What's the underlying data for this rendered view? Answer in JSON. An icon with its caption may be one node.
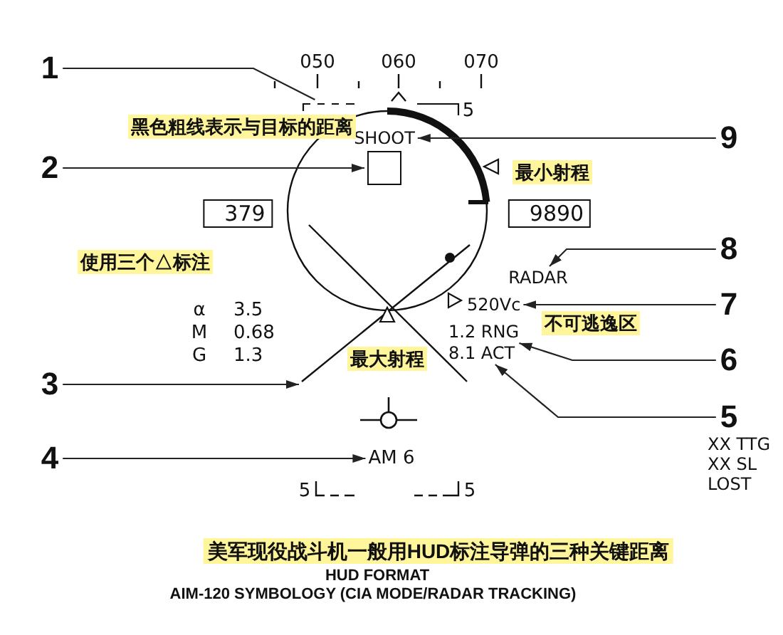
{
  "diagram": {
    "nodes": [
      {
        "text": [
          "1"
        ]
      },
      {
        "text": [
          "2"
        ]
      },
      {
        "text": [],
        "shape": "box"
      },
      {
        "text": [
          "379"
        ]
      },
      {
        "text": [
          "9890"
        ]
      },
      {
        "text": [
          "3"
        ]
      },
      {
        "text": [
          "4"
        ]
      },
      {
        "text": [
          "AM 6"
        ]
      },
      {
        "text": [
          "9"
        ]
      },
      {
        "text": [
          "SHOOT"
        ]
      },
      {
        "text": [
          "8"
        ]
      },
      {
        "text": [
          "RADAR"
        ]
      },
      {
        "text": [
          "7"
        ]
      },
      {
        "text": [
          "520Vc"
        ]
      },
      {
        "text": [
          "6"
        ]
      },
      {
        "text": [
          "1.2 RNG"
        ]
      },
      {
        "text": [
          "5"
        ]
      },
      {
        "text": [
          "8.1 ACT"
        ]
      },
      {
        "text": [],
        "shape": "bar"
      }
    ],
    "edges": [
      {
        "from": 0,
        "to": 18,
        "arrow": "none"
      },
      {
        "from": 1,
        "to": 2,
        "arrow": "to"
      },
      {
        "from": 5,
        "to": null,
        "arrow": "to"
      },
      {
        "from": 6,
        "to": 7,
        "arrow": "to"
      },
      {
        "from": 8,
        "to": 9,
        "arrow": "to"
      },
      {
        "from": 10,
        "to": 11,
        "arrow": "to"
      },
      {
        "from": 12,
        "to": 13,
        "arrow": "to"
      },
      {
        "from": 14,
        "to": 15,
        "arrow": "to"
      },
      {
        "from": 16,
        "to": 17,
        "arrow": "to"
      }
    ],
    "labels": [
      "050",
      "060",
      "070",
      "5",
      "黑色粗线表示与目标的距离",
      "最小射程",
      "使用三个△标注",
      "α",
      "3.5",
      "M",
      "0.68",
      "G",
      "1.3",
      "最大射程",
      "不可逃逸区",
      "5",
      "5",
      "XX TTG",
      "XX SL",
      "LOST",
      "美军现役战斗机一般用HUD标注导弹的三种关键距离",
      "HUD FORMAT",
      "AIM-120 SYMBOLOGY (CIA MODE/RADAR TRACKING)"
    ]
  }
}
